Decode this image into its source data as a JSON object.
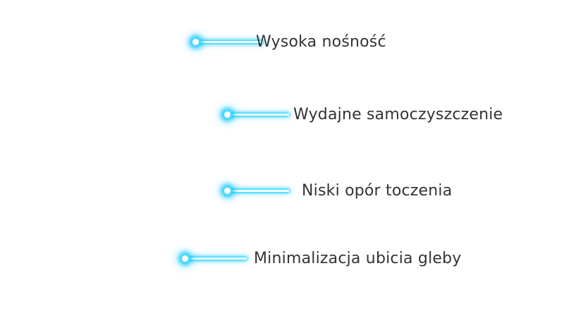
{
  "colors": {
    "accent_glow": "#00c8ff",
    "text": "#333333",
    "background": "#ffffff"
  },
  "callouts": [
    {
      "label": "Wysoka nośność"
    },
    {
      "label": "Wydajne samoczyszczenie"
    },
    {
      "label": "Niski opór toczenia"
    },
    {
      "label": "Minimalizacja ubicia gleby"
    }
  ]
}
